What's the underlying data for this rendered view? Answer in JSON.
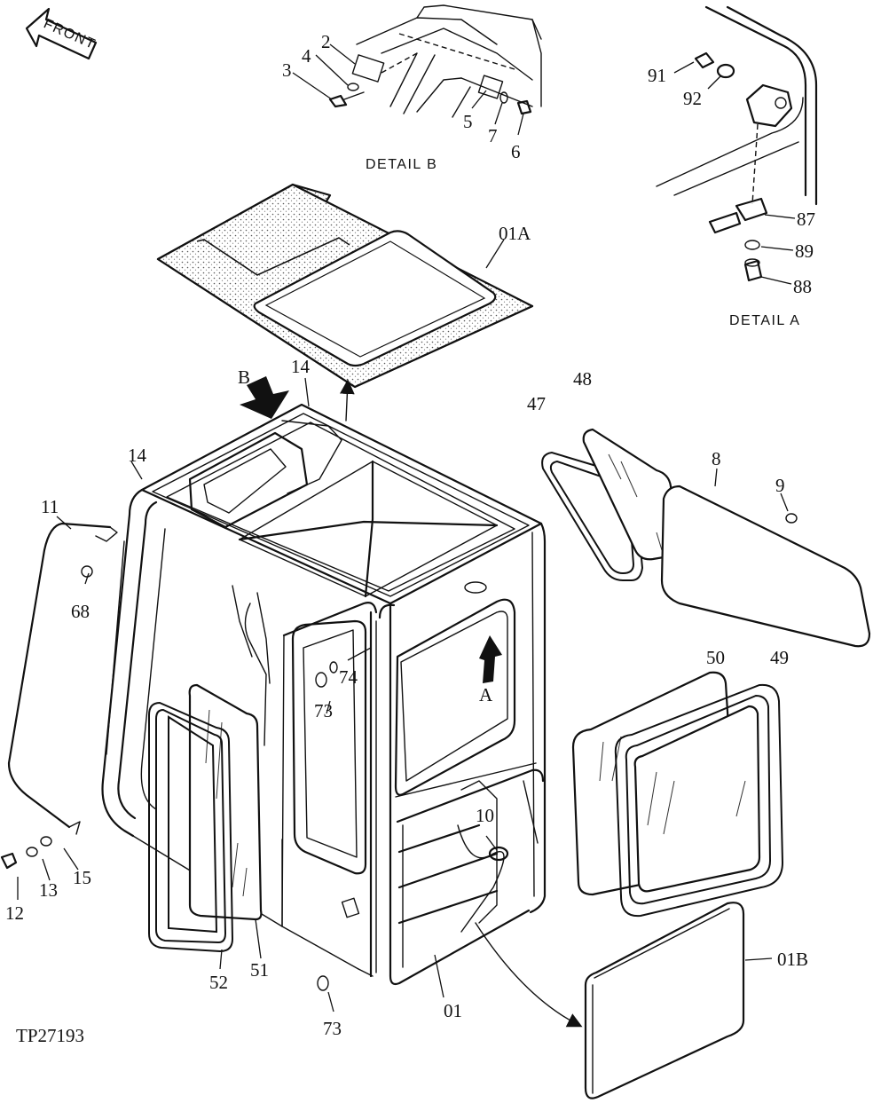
{
  "title_block": {
    "drawing_number": "TP27193",
    "front_marker": "FRONT"
  },
  "details": {
    "detail_a": "DETAIL A",
    "detail_b": "DETAIL B"
  },
  "view_markers": {
    "a": "A",
    "b": "B"
  },
  "callouts": [
    "2",
    "3",
    "4",
    "5",
    "7",
    "6",
    "91",
    "92",
    "87",
    "89",
    "88",
    "01A",
    "14",
    "14",
    "47",
    "48",
    "8",
    "9",
    "11",
    "68",
    "73",
    "74",
    "50",
    "49",
    "10",
    "12",
    "13",
    "15",
    "52",
    "51",
    "73",
    "01",
    "01B"
  ]
}
